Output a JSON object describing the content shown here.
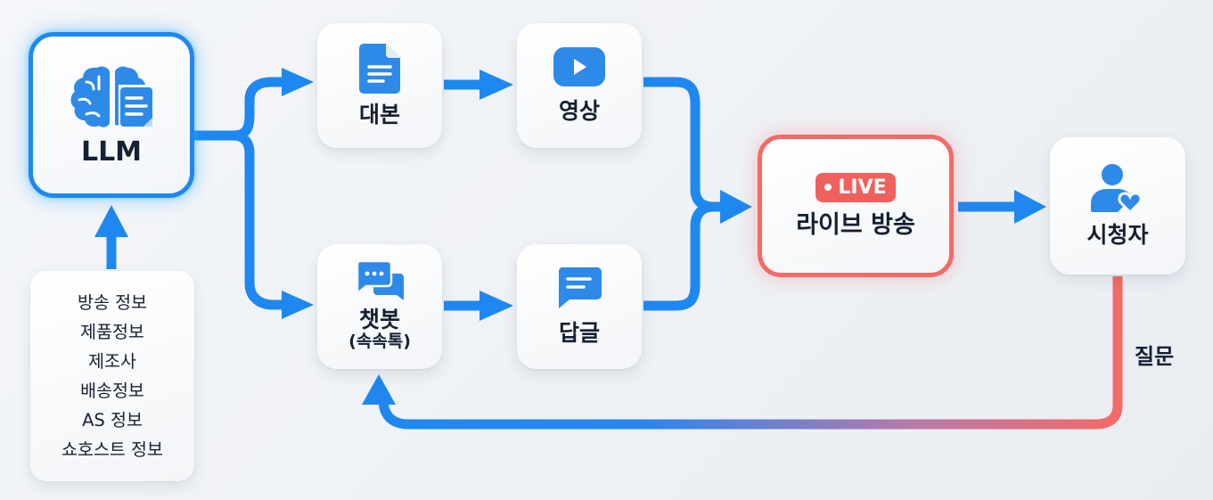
{
  "colors": {
    "accent_blue": "#1e88f0",
    "live_red": "#f0605c",
    "text_dark": "#162033",
    "background": "#eef1f5"
  },
  "nodes": {
    "llm": {
      "label": "LLM",
      "icon": "brain-document-icon"
    },
    "info": {
      "lines": [
        "방송 정보",
        "제품정보",
        "제조사",
        "배송정보",
        "AS 정보",
        "쇼호스트 정보"
      ]
    },
    "script": {
      "label": "대본",
      "icon": "document-icon"
    },
    "video": {
      "label": "영상",
      "icon": "play-video-icon"
    },
    "chatbot": {
      "label": "챗봇",
      "sublabel": "(속속톡)",
      "icon": "chat-bubbles-icon"
    },
    "reply": {
      "label": "답글",
      "icon": "message-icon"
    },
    "live": {
      "badge": "LIVE",
      "label": "라이브 방송"
    },
    "viewer": {
      "label": "시청자",
      "icon": "user-heart-icon"
    }
  },
  "edges": {
    "question_label": "질문"
  }
}
